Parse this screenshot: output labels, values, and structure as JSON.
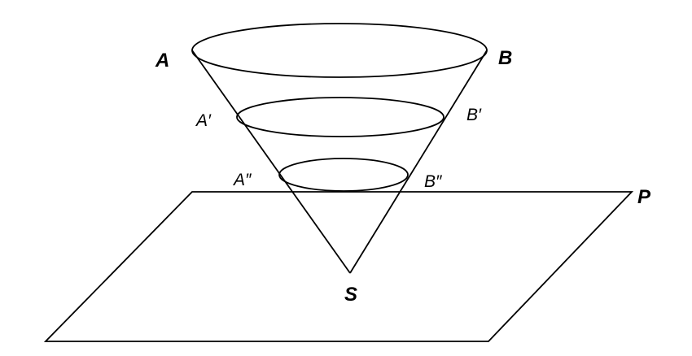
{
  "diagram": {
    "labels": {
      "A": "A",
      "B": "B",
      "A_prime": "A′",
      "B_prime": "B′",
      "A_double_prime": "A″",
      "B_double_prime": "B″",
      "S": "S",
      "P": "P"
    },
    "colors": {
      "stroke": "#000000",
      "background": "#ffffff"
    }
  }
}
